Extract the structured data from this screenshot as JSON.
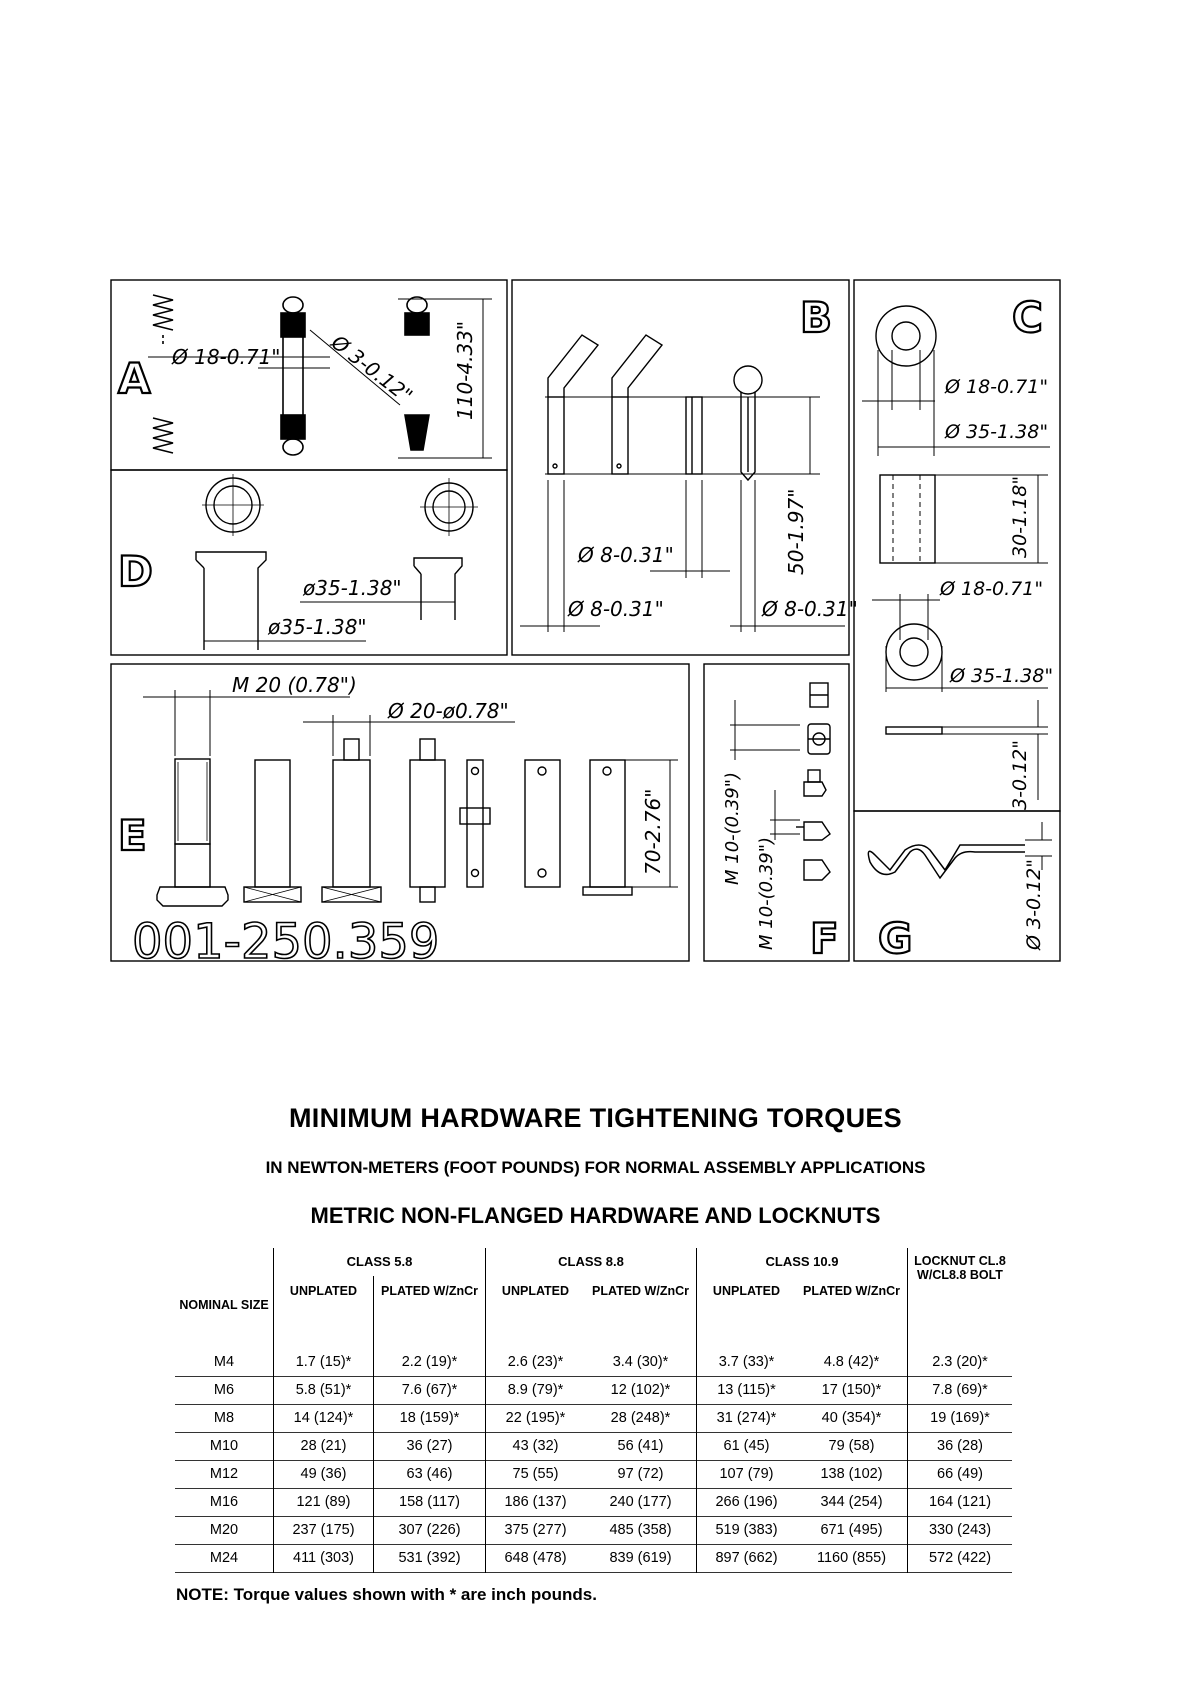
{
  "drawing": {
    "panel_letters": {
      "a": "A",
      "b": "B",
      "c": "C",
      "d": "D",
      "e": "E",
      "f": "F",
      "g": "G"
    },
    "part_number": "001-250.359",
    "dims": {
      "a_dia18": "Ø 18-0.71\"",
      "a_dia3": "Ø 3-0.12\"",
      "a_len110": "110-4.33\"",
      "b_dia8_top": "Ø 8-0.31\"",
      "b_dia8_left": "Ø 8-0.31\"",
      "b_dia8_right": "Ø 8-0.31\"",
      "b_len50": "50-1.97\"",
      "c_dia18_top": "Ø 18-0.71\"",
      "c_dia35_top": "Ø 35-1.38\"",
      "c_len30": "30-1.18\"",
      "c_dia18_low": "Ø 18-0.71\"",
      "c_dia35_low": "Ø 35-1.38\"",
      "c_thick3": "3-0.12\"",
      "d_dia35_a": "ø35-1.38\"",
      "d_dia35_b": "ø35-1.38\"",
      "e_m20": "M 20  (0.78\")",
      "e_dia20": "Ø 20-ø0.78\"",
      "e_len70": "70-2.76\"",
      "f_m10_a": "M 10-(0.39\")",
      "f_m10_b": "M 10-(0.39\")",
      "g_dia3": "Ø 3-0.12\""
    }
  },
  "torque_table": {
    "title": "MINIMUM HARDWARE TIGHTENING TORQUES",
    "subtitle": "IN NEWTON-METERS (FOOT POUNDS) FOR NORMAL ASSEMBLY APPLICATIONS",
    "subtitle2": "METRIC NON-FLANGED HARDWARE AND LOCKNUTS",
    "headers": {
      "nominal_size": "NOMINAL SIZE",
      "class58": "CLASS 5.8",
      "class88": "CLASS 8.8",
      "class109": "CLASS 10.9",
      "locknut": "LOCKNUT CL.8 W/CL8.8 BOLT",
      "unplated": "UNPLATED",
      "plated": "PLATED W/ZnCr"
    },
    "rows": [
      [
        "M4",
        "1.7 (15)*",
        "2.2 (19)*",
        "2.6 (23)*",
        "3.4 (30)*",
        "3.7 (33)*",
        "4.8 (42)*",
        "2.3 (20)*"
      ],
      [
        "M6",
        "5.8 (51)*",
        "7.6 (67)*",
        "8.9 (79)*",
        "12 (102)*",
        "13 (115)*",
        "17 (150)*",
        "7.8 (69)*"
      ],
      [
        "M8",
        "14 (124)*",
        "18 (159)*",
        "22 (195)*",
        "28 (248)*",
        "31 (274)*",
        "40 (354)*",
        "19 (169)*"
      ],
      [
        "M10",
        "28 (21)",
        "36 (27)",
        "43 (32)",
        "56 (41)",
        "61 (45)",
        "79 (58)",
        "36 (28)"
      ],
      [
        "M12",
        "49 (36)",
        "63 (46)",
        "75 (55)",
        "97 (72)",
        "107 (79)",
        "138 (102)",
        "66 (49)"
      ],
      [
        "M16",
        "121 (89)",
        "158 (117)",
        "186 (137)",
        "240 (177)",
        "266 (196)",
        "344 (254)",
        "164 (121)"
      ],
      [
        "M20",
        "237 (175)",
        "307 (226)",
        "375 (277)",
        "485 (358)",
        "519 (383)",
        "671 (495)",
        "330 (243)"
      ],
      [
        "M24",
        "411 (303)",
        "531 (392)",
        "648 (478)",
        "839 (619)",
        "897 (662)",
        "1160 (855)",
        "572 (422)"
      ]
    ],
    "note": "NOTE: Torque values shown with * are inch pounds."
  }
}
